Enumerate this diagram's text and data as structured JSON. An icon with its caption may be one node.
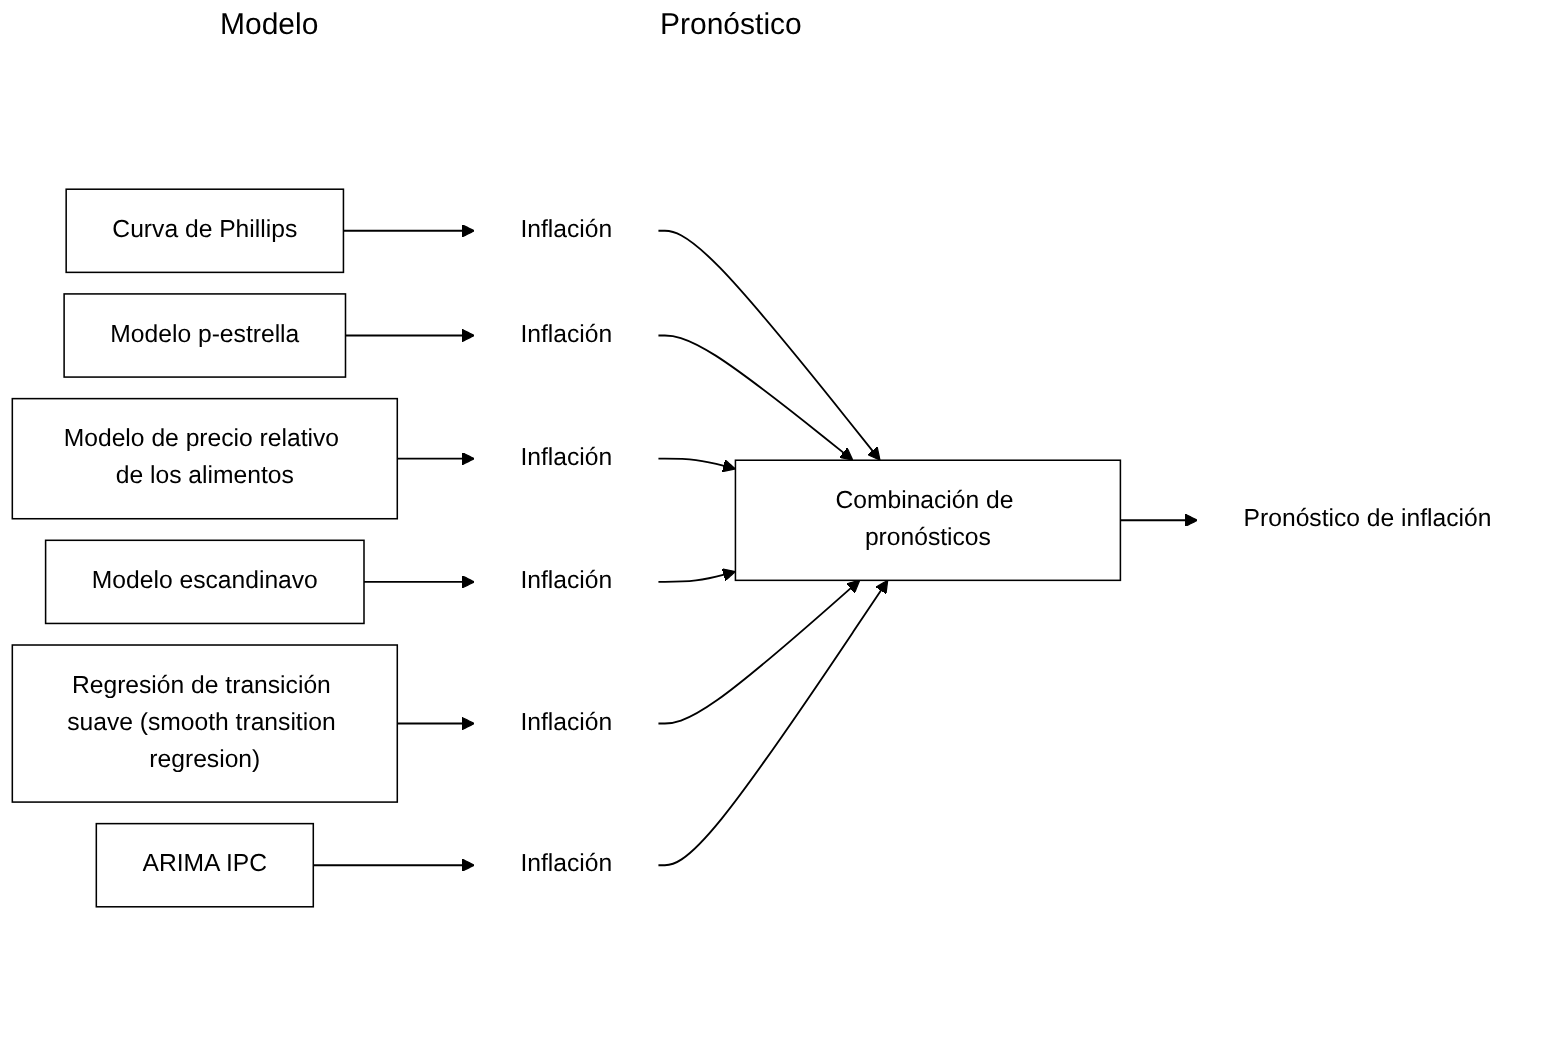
{
  "diagram": {
    "nodes": [
      {
        "text": [
          "Curva de Phillips"
        ]
      },
      {
        "text": [
          "Inflación"
        ]
      },
      {
        "text": [
          "Modelo p-estrella"
        ]
      },
      {
        "text": [
          "Inflación"
        ]
      },
      {
        "text": [
          "Modelo de precio relativo de los alimentos"
        ]
      },
      {
        "text": [
          "Inflación"
        ]
      },
      {
        "text": [
          "Modelo escandinavo"
        ]
      },
      {
        "text": [
          "Inflación"
        ]
      },
      {
        "text": [
          "Regresión de transición suave (smooth transition regresion)"
        ]
      },
      {
        "text": [
          "Inflación"
        ]
      },
      {
        "text": [
          "ARIMA IPC"
        ]
      },
      {
        "text": [
          "Inflación"
        ]
      },
      {
        "text": [
          "Combinación de pronósticos"
        ]
      },
      {
        "text": [
          "Pronóstico de inflación"
        ]
      }
    ],
    "edges": [
      {
        "from": 0,
        "to": 1,
        "arrow": "to"
      },
      {
        "from": 2,
        "to": 3,
        "arrow": "to"
      },
      {
        "from": 4,
        "to": 5,
        "arrow": "to"
      },
      {
        "from": 6,
        "to": 7,
        "arrow": "to"
      },
      {
        "from": 8,
        "to": 9,
        "arrow": "to"
      },
      {
        "from": 10,
        "to": 11,
        "arrow": "to"
      },
      {
        "from": 1,
        "to": 12,
        "arrow": "to"
      },
      {
        "from": 3,
        "to": 12,
        "arrow": "to"
      },
      {
        "from": 5,
        "to": 12,
        "arrow": "to"
      },
      {
        "from": 7,
        "to": 12,
        "arrow": "to"
      },
      {
        "from": 9,
        "to": 12,
        "arrow": "to"
      },
      {
        "from": 11,
        "to": 12,
        "arrow": "to"
      },
      {
        "from": 12,
        "to": 13,
        "arrow": "to"
      }
    ],
    "labels": [
      "Modelo",
      "Pronóstico"
    ]
  }
}
